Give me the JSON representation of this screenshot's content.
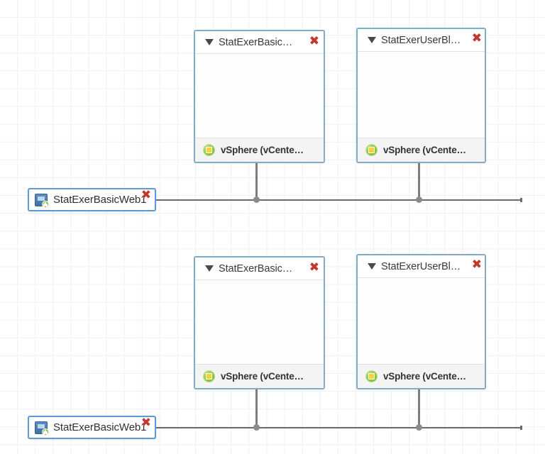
{
  "canvas": {
    "background_color": "#ffffff",
    "grid_color": "#eef0f4",
    "grid_size": 25
  },
  "palette": {
    "container_border": "#7facc9",
    "leaf_border": "#5a9bd5",
    "close_red": "#c0392b",
    "line_gray": "#6b6b6b",
    "footer_bg": "#f4f4f4"
  },
  "icons": {
    "collapse_caret": "caret-down-icon",
    "close": "close-icon",
    "vsphere": "vsphere-icon",
    "virtual_machine": "vm-add-icon"
  },
  "groups": [
    {
      "id": "group-top",
      "leaf": {
        "label": "StatExerBasicWeb1",
        "close_label": "✖"
      },
      "containers": [
        {
          "title": "StatExerBasic…",
          "footer": "vSphere (vCente…",
          "close_label": "✖"
        },
        {
          "title": "StatExerUserBl…",
          "footer": "vSphere (vCente…",
          "close_label": "✖"
        }
      ]
    },
    {
      "id": "group-bottom",
      "leaf": {
        "label": "StatExerBasicWeb1",
        "close_label": "✖"
      },
      "containers": [
        {
          "title": "StatExerBasic…",
          "footer": "vSphere (vCente…",
          "close_label": "✖"
        },
        {
          "title": "StatExerUserBl…",
          "footer": "vSphere (vCente…",
          "close_label": "✖"
        }
      ]
    }
  ]
}
